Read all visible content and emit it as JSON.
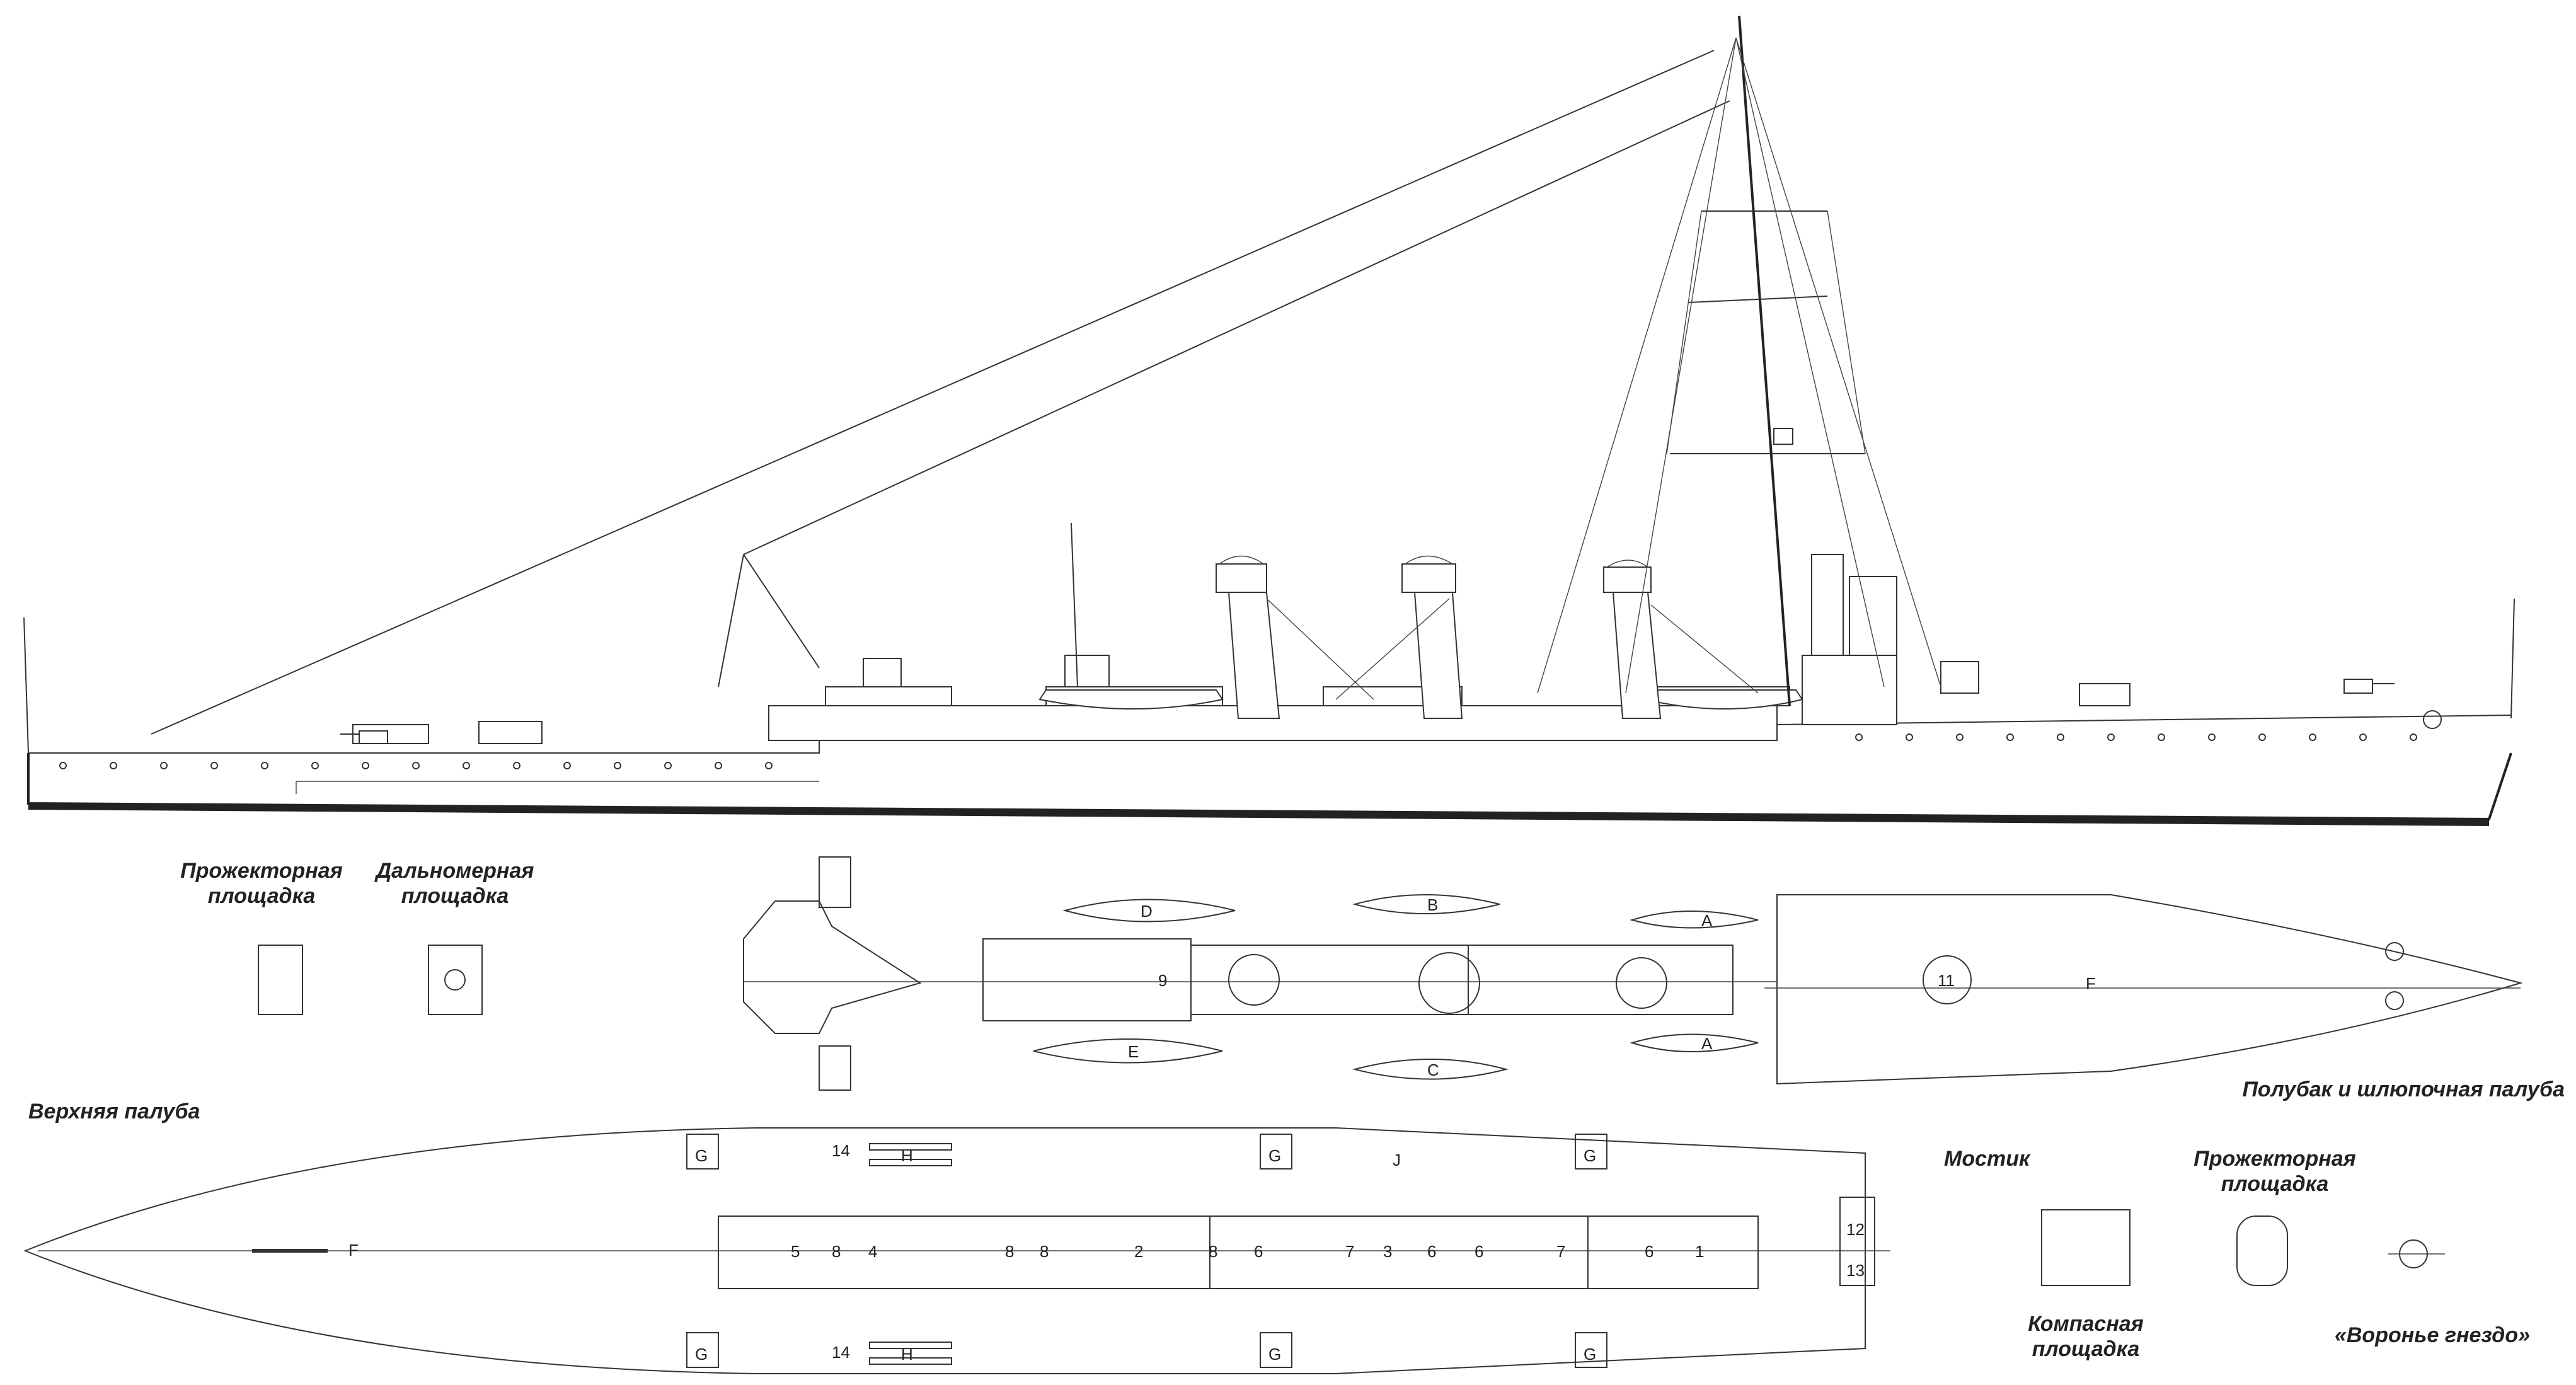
{
  "labels": {
    "searchlight_platform_top_1": "Прожекторная",
    "searchlight_platform_top_2": "площадка",
    "rangefinder_platform_1": "Дальномерная",
    "rangefinder_platform_2": "площадка",
    "upper_deck": "Верхняя палуба",
    "forecastle_boat_deck": "Полубак и шлюпочная палуба",
    "bridge": "Мостик",
    "searchlight_platform_bottom_1": "Прожекторная",
    "searchlight_platform_bottom_2": "площадка",
    "compass_platform_1": "Компасная",
    "compass_platform_2": "площадка",
    "crows_nest": "«Воронье гнездо»"
  },
  "boat_deck_markers": {
    "boat_d": "D",
    "boat_b": "B",
    "boat_e": "E",
    "boat_c": "C",
    "boat_a_top": "A",
    "boat_a_bottom": "A",
    "num_9": "9",
    "num_11": "11",
    "gun_f": "F"
  },
  "upper_deck_markers": {
    "gun_g_1": "G",
    "gun_g_2": "G",
    "gun_g_3": "G",
    "gun_g_4": "G",
    "gun_g_5": "G",
    "gun_g_6": "G",
    "num_14_top": "14",
    "num_14_bottom": "14",
    "tube_h_top": "H",
    "tube_h_bottom": "H",
    "mark_j": "J",
    "gun_f": "F",
    "deck_numbers": [
      "5",
      "8",
      "4",
      "8",
      "8",
      "2",
      "8",
      "6",
      "7",
      "3",
      "6",
      "6",
      "7",
      "6",
      "1"
    ],
    "num_12": "12",
    "num_13": "13"
  },
  "colors": {
    "ink": "#222222",
    "paper": "#ffffff"
  }
}
